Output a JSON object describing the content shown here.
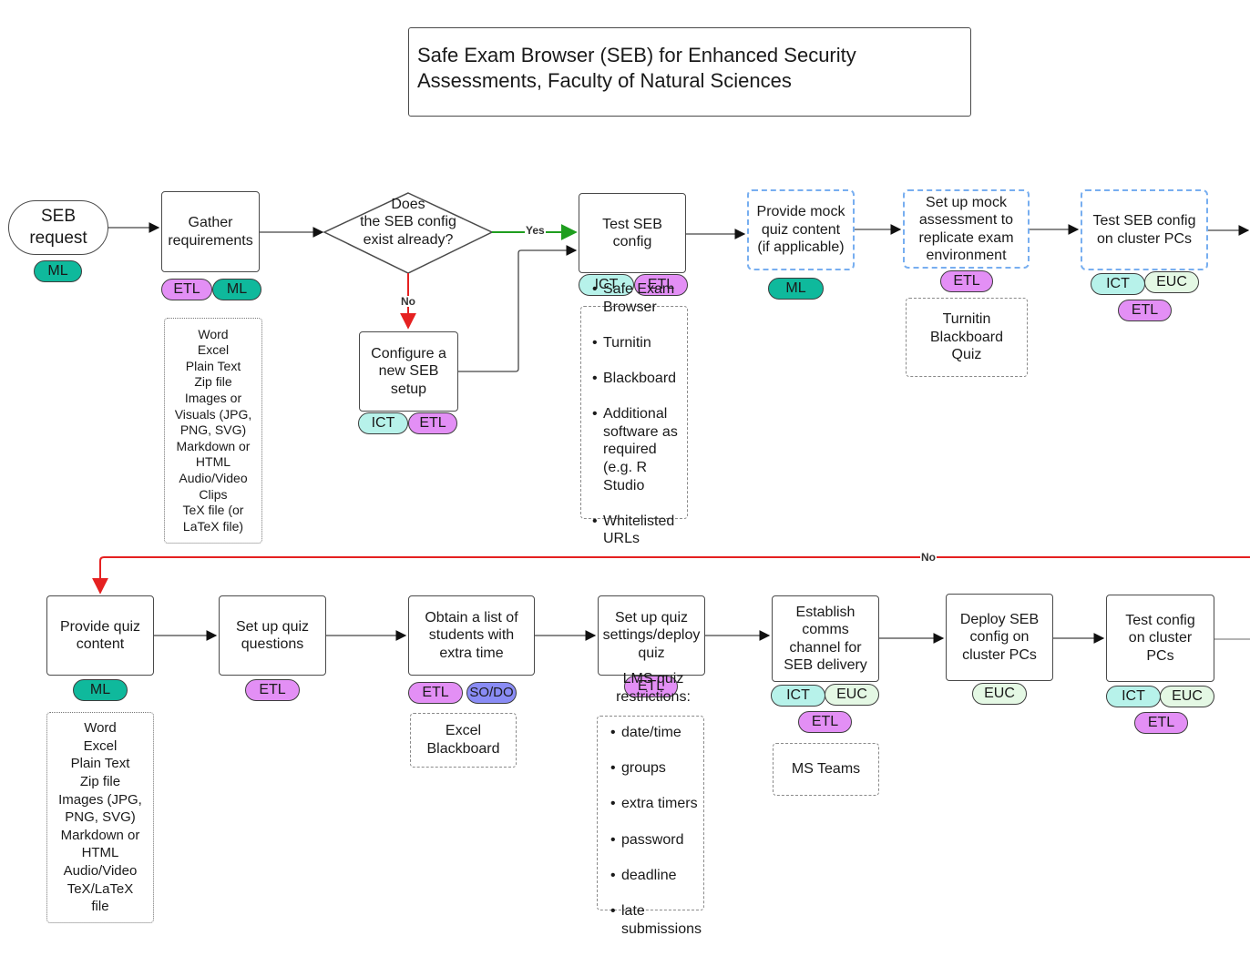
{
  "title": "Safe Exam Browser (SEB) for Enhanced Security Assessments, Faculty of Natural Sciences",
  "colors": {
    "ML": "#0fb99c",
    "ETL": "#e38ff5",
    "ICT": "#b7f2ea",
    "EUC": "#e4f8e4",
    "SO/DO": "#8a8cf5",
    "yes_edge": "#1e9e1e",
    "no_edge": "#e52121",
    "default_edge": "#333333",
    "optional_step_border": "#77aef0"
  },
  "nodes": {
    "seb_request": {
      "label": "SEB\nrequest",
      "tags": [
        "ML"
      ]
    },
    "gather_requirements": {
      "label": "Gather\nrequirements",
      "tags": [
        "ETL",
        "ML"
      ]
    },
    "decision_config_exists": {
      "label": "Does\nthe SEB config\nexist already?"
    },
    "configure_new_setup": {
      "label": "Configure a\nnew SEB\nsetup",
      "tags": [
        "ICT",
        "ETL"
      ]
    },
    "test_seb_config": {
      "label": "Test SEB\nconfig",
      "tags": [
        "ICT",
        "ETL"
      ]
    },
    "provide_mock_quiz": {
      "label": "Provide mock\nquiz content\n(if applicable)",
      "tags": [
        "ML"
      ],
      "optional": true
    },
    "setup_mock_assessment": {
      "label": "Set up mock\nassessment to\nreplicate exam\nenvironment",
      "tags": [
        "ETL"
      ],
      "optional": true
    },
    "test_on_cluster_pcs_top": {
      "label": "Test SEB config\non cluster PCs",
      "tags": [
        "ICT",
        "EUC",
        "ETL"
      ],
      "optional": true
    },
    "provide_quiz_content": {
      "label": "Provide quiz\ncontent",
      "tags": [
        "ML"
      ]
    },
    "setup_quiz_questions": {
      "label": "Set up quiz\nquestions",
      "tags": [
        "ETL"
      ]
    },
    "obtain_extra_time_list": {
      "label": "Obtain a list of\nstudents with\nextra time",
      "tags": [
        "ETL",
        "SO/DO"
      ]
    },
    "setup_quiz_settings": {
      "label": "Set up quiz\nsettings/deploy\nquiz",
      "tags": [
        "ETL"
      ]
    },
    "establish_comms": {
      "label": "Establish\ncomms\nchannel for\nSEB delivery",
      "tags": [
        "ICT",
        "EUC",
        "ETL"
      ]
    },
    "deploy_seb_config": {
      "label": "Deploy SEB\nconfig on\ncluster PCs",
      "tags": [
        "EUC"
      ]
    },
    "test_config_cluster_bottom": {
      "label": "Test config\non cluster\nPCs",
      "tags": [
        "ICT",
        "EUC",
        "ETL"
      ]
    }
  },
  "notes": {
    "gather_requirements_formats": {
      "lines": "Word\nExcel\nPlain Text\nZip file\nImages or\nVisuals (JPG,\nPNG, SVG)\nMarkdown or\nHTML\nAudio/Video\nClips\nTeX file (or\nLaTeX file)"
    },
    "test_seb_config_software": {
      "items": [
        "Safe Exam Browser",
        "Turnitin",
        "Blackboard",
        "Additional software as required (e.g. R Studio",
        "Whitelisted URLs"
      ]
    },
    "mock_assessment_tools": {
      "lines": "Turnitin\nBlackboard\nQuiz"
    },
    "quiz_content_formats": {
      "lines": "Word\nExcel\nPlain Text\nZip file\nImages (JPG,\nPNG, SVG)\nMarkdown or\nHTML\nAudio/Video\nTeX/LaTeX\nfile"
    },
    "extra_time_tools": {
      "lines": "Excel\nBlackboard"
    },
    "lms_restrictions": {
      "heading": "LMS quiz\nrestrictions:",
      "items": [
        "date/time",
        "groups",
        "extra timers",
        "password",
        "deadline",
        "late submissions"
      ]
    },
    "comms_tool": {
      "lines": "MS Teams"
    }
  },
  "edge_labels": {
    "yes": "Yes",
    "no_down": "No",
    "no_loop": "No"
  }
}
